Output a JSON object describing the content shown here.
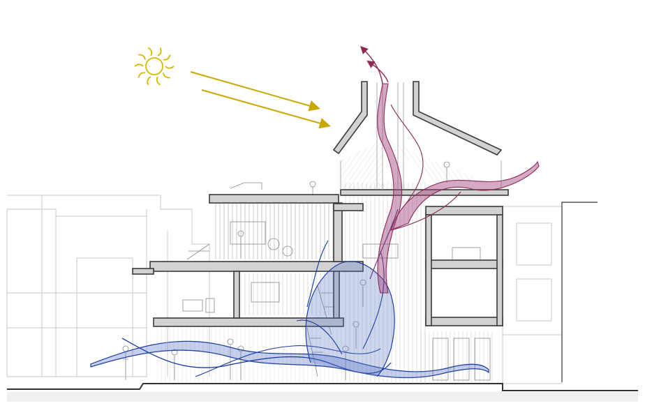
{
  "diagram": {
    "kind": "architectural-section",
    "colors": {
      "sun": "#d6b800",
      "solar_arrows": "#c9a800",
      "cool_air_stroke": "#1d3f9f",
      "cool_air_fill": "#5d76c8",
      "warm_air_stroke": "#8c2a55",
      "warm_air_fill": "#a0407a",
      "structure": "#3a3a3a",
      "slab_fill": "#d2d2d2",
      "context_lines": "#c8c8c8",
      "interior_lines": "#9a9a9a"
    },
    "icons": [
      "sun-icon",
      "solar-arrow-icon",
      "exhaust-arrow-icon"
    ],
    "flows": [
      "cool-air-intake",
      "warm-air-exhaust"
    ]
  }
}
